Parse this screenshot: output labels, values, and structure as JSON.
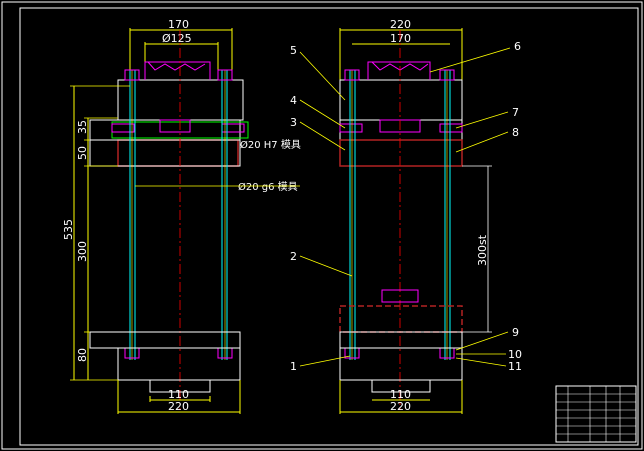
{
  "colors": {
    "background": "#000000",
    "frame": "#ffffff",
    "dimension": "#ffff00",
    "outline": "#ffffff",
    "centerline": "#ff0000",
    "part": "#ff00ff",
    "rod": "#00ffff",
    "text": "#ffffff",
    "block": "#b22222"
  },
  "left_view": {
    "dims": {
      "top_width": "170",
      "bore": "Ø125",
      "bottom_inner": "110",
      "bottom_outer": "220",
      "height_total": "535",
      "height_a": "35",
      "height_b": "50",
      "height_c": "300",
      "height_d": "80"
    },
    "notes": {
      "fit_a": "Ø20 H7 模具",
      "fit_b": "Ø20 g6 模具"
    }
  },
  "right_view": {
    "dims": {
      "top_outer": "220",
      "top_inner": "170",
      "stroke": "300st",
      "bottom_inner": "110",
      "bottom_outer": "220"
    },
    "callouts": [
      "1",
      "2",
      "3",
      "4",
      "5",
      "6",
      "7",
      "8",
      "9",
      "10",
      "11"
    ]
  }
}
